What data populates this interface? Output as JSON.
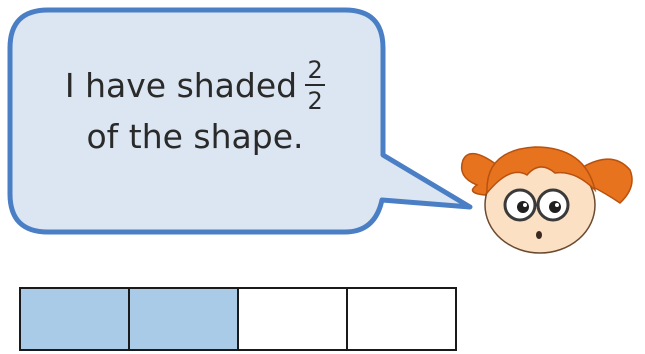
{
  "speech": {
    "line1_prefix": "I have shaded",
    "fraction": {
      "numerator": "2",
      "denominator": "2"
    },
    "line2": "of the shape."
  },
  "bar": {
    "total_parts": 4,
    "shaded_parts": 2
  },
  "colors": {
    "bubble_fill": "#dce6f2",
    "bubble_stroke": "#4a7fc6",
    "shade": "#a9cbe8",
    "hair": "#e8731f"
  },
  "character": {
    "icon": "girl-with-glasses-character"
  }
}
